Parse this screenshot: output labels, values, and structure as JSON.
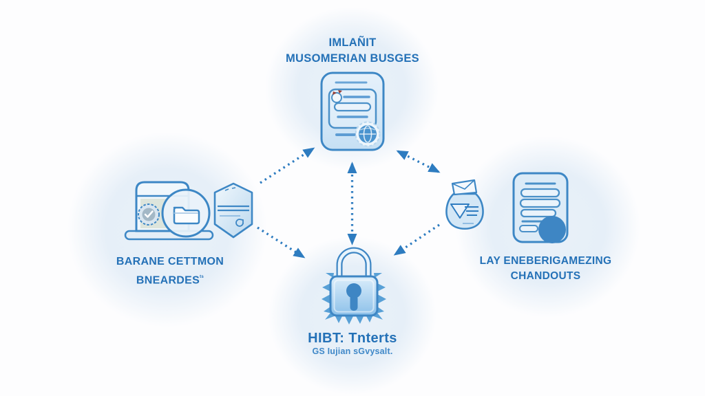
{
  "palette": {
    "background": "#fdfdfe",
    "blob_tint": "#e7f0f8",
    "icon_stroke": "#3d87c5",
    "arrow_color": "#2e7cc0",
    "label_color": "#2471b7",
    "lock_fill": "#8cc0e9",
    "seal_fill": "#4a94cf",
    "solid_circle_fill": "#3e86c4"
  },
  "nodes": {
    "top": {
      "label_line1": "IMLAÑIT",
      "label_line2": "MUSOMERIAN BUSGES",
      "icon": "certificate-document-icon"
    },
    "left": {
      "label_line1": "BARANE CETTMON",
      "label_line2": "BNEARDES",
      "label_superscript": "ᵗˢ",
      "icon": "archive-container-icon"
    },
    "right": {
      "label_line1": "LAY ENEBERIGAMEZING",
      "label_line2": "CHANDOUTS",
      "icon": "report-document-icon"
    },
    "bottom": {
      "label_line1": "HIBT: Tnterts",
      "label_line2": "GS Iujian sGvysalt.",
      "icon": "padlock-icon"
    },
    "left_midpoint": {
      "icon": "package-hexagon-icon"
    },
    "right_midpoint": {
      "icon": "jar-flask-icon"
    }
  },
  "connectors": [
    {
      "from": "left",
      "to": "top",
      "style": "dashed",
      "heads": [
        "end"
      ]
    },
    {
      "from": "left",
      "to": "bottom",
      "style": "dashed",
      "heads": [
        "end"
      ]
    },
    {
      "from": "top",
      "to": "bottom",
      "style": "dashed",
      "heads": [
        "start",
        "end"
      ]
    },
    {
      "from": "top",
      "to": "right",
      "style": "dashed",
      "heads": [
        "start",
        "end"
      ]
    },
    {
      "from": "right",
      "to": "bottom",
      "style": "dashed",
      "heads": [
        "end"
      ]
    }
  ]
}
